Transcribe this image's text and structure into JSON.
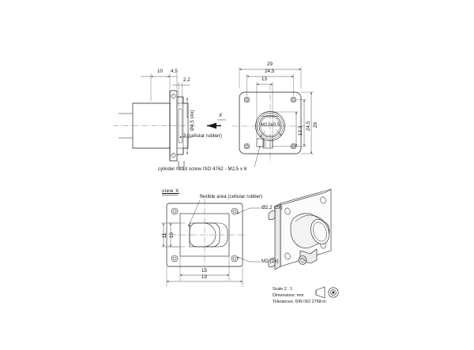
{
  "drawing": {
    "type": "engineering-drawing",
    "projection_symbol": "first-angle-projection",
    "views": [
      {
        "name": "side-section-view",
        "label": ""
      },
      {
        "name": "front-view",
        "label": ""
      },
      {
        "name": "view-x",
        "label": "view X"
      },
      {
        "name": "isometric-view",
        "label": ""
      }
    ]
  },
  "side_view": {
    "dim_10": "10",
    "dim_45": "4,5",
    "dim_22": "2,2",
    "hole_callout": "Ø4,5 (4x)",
    "material_note": "3 (cellular rubber)",
    "section_arrow_label": "X"
  },
  "front_view": {
    "dim_29_top": "29",
    "dim_245_top": "24,5",
    "dim_13_top": "13",
    "dim_133_right": "13,3",
    "dim_245_right": "24,5",
    "dim_29_right": "29",
    "thread_callout": "M12x0,5",
    "screw_note": "cylinder head screw ISO 4762 - M2,5 x 6"
  },
  "view_x": {
    "title": "view X",
    "flexible_area_note": "flexible area (cellular rubber)",
    "hole_callout": "Ø2,2 (2x)",
    "thread_callout": "M2 (2x)",
    "dim_11_left": "11",
    "dim_10_left": "10",
    "dim_13_bottom": "13",
    "dim_19_bottom": "19"
  },
  "title_block": {
    "scale": "Scale 2 : 1",
    "dimensions": "Dimensions: mm",
    "tolerances": "Tolerances: DIN ISO 2768-m"
  },
  "colors": {
    "line": "#1a1a1a",
    "center_line": "#555555",
    "iso_fill": "#f2f2f2",
    "iso_fill_dark": "#d9d9d9",
    "background": "#ffffff"
  }
}
